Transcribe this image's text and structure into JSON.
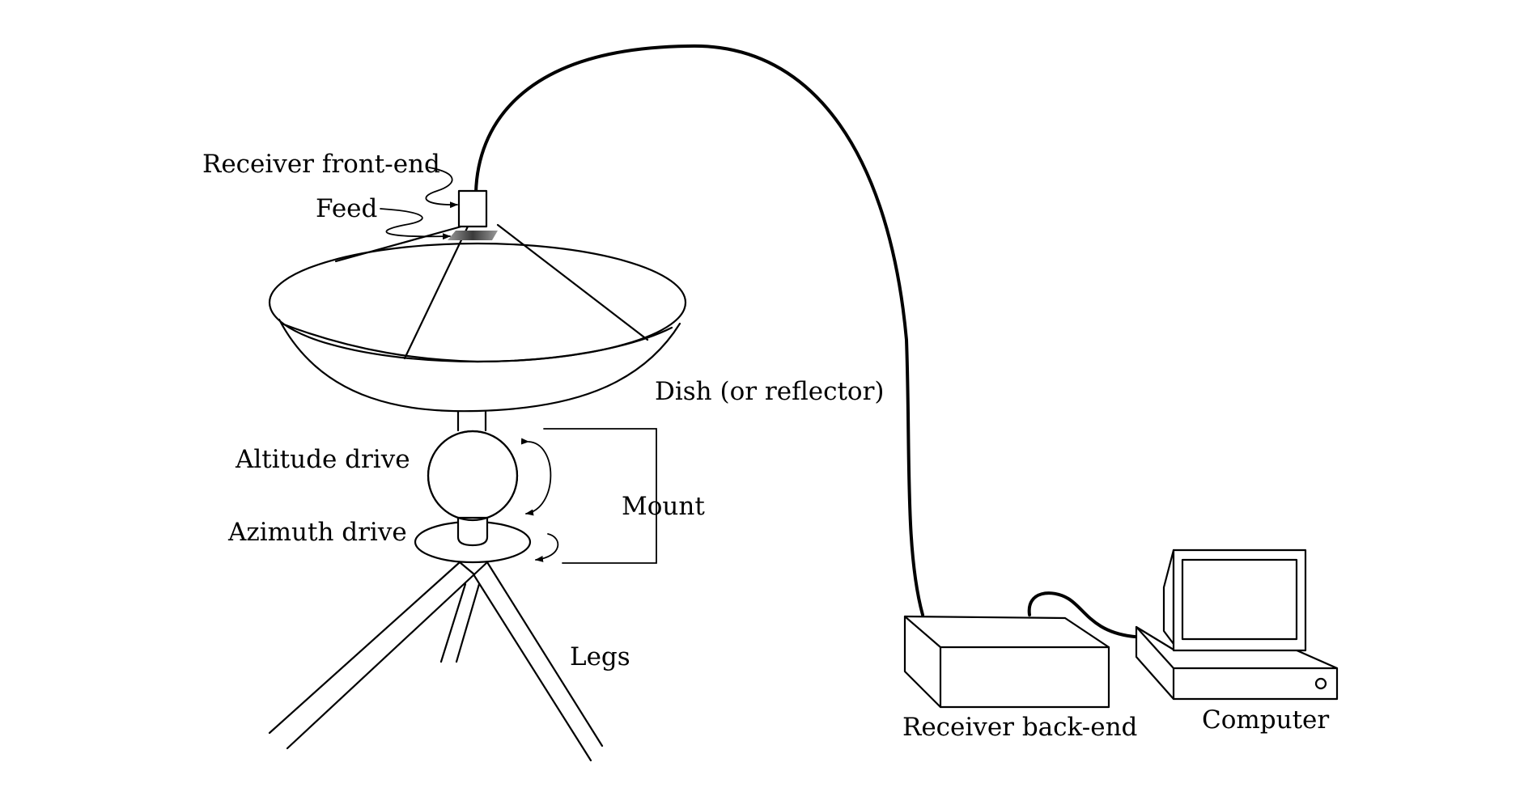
{
  "labels": {
    "receiver_front_end": "Receiver front-end",
    "feed": "Feed",
    "dish": "Dish (or reflector)",
    "altitude_drive": "Altitude drive",
    "azimuth_drive": "Azimuth drive",
    "mount": "Mount",
    "legs": "Legs",
    "receiver_back_end": "Receiver back-end",
    "computer": "Computer"
  }
}
